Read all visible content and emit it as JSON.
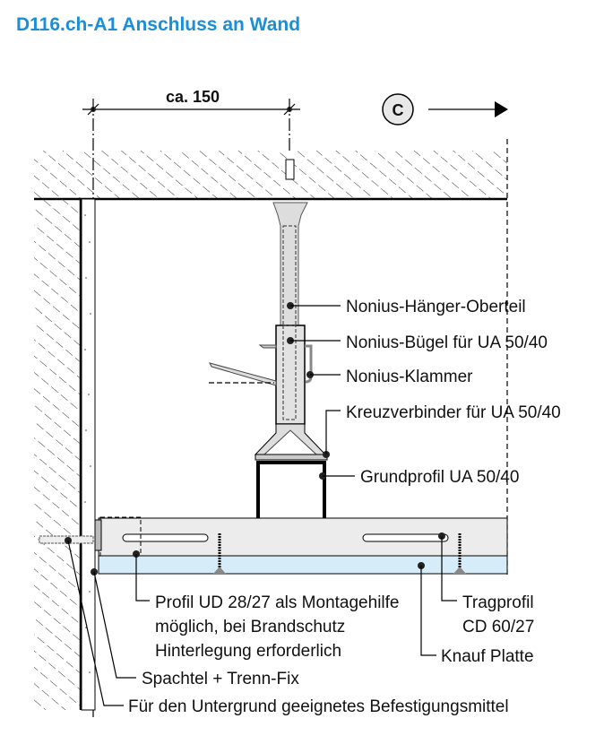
{
  "title": "D116.ch-A1 Anschluss an Wand",
  "dimension": {
    "label": "ca. 150",
    "section_marker": "C"
  },
  "labels": {
    "haenger_oberteil": "Nonius-Hänger-Oberteil",
    "buegel": "Nonius-Bügel für UA 50/40",
    "klammer": "Nonius-Klammer",
    "kreuzverbinder": "Kreuzverbinder für UA 50/40",
    "grundprofil": "Grundprofil UA 50/40",
    "profil_ud_1": "Profil UD 28/27 als Montagehilfe",
    "profil_ud_2": "möglich, bei Brandschutz",
    "profil_ud_3": "Hinterlegung erforderlich",
    "spachtel": "Spachtel + Trenn-Fix",
    "befestigung": "Für den Untergrund geeignetes Befestigungsmittel",
    "tragprofil_1": "Tragprofil",
    "tragprofil_2": "CD 60/27",
    "knauf_platte": "Knauf Platte"
  },
  "colors": {
    "title": "#1b8ed8",
    "board": "#d6ecf9",
    "profile": "#e6e6e6"
  }
}
